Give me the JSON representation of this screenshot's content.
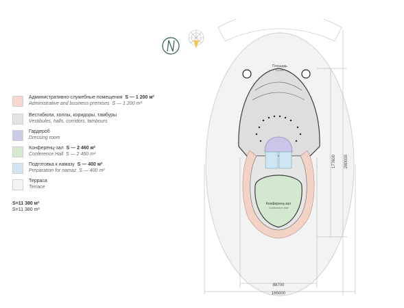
{
  "legend": [
    {
      "ru": "Административно-служебные помещения",
      "ru_area": "S — 1 200 м²",
      "en": "Administrative and business premises",
      "en_area": "S — 1 200 m²",
      "color": "#f6d9cc"
    },
    {
      "ru": "Вестибюли, холлы, коридоры, тамбуры",
      "ru_area": "",
      "en": "Vestibules, halls, corridors, tambours",
      "en_area": "",
      "color": "#e3e3e3"
    },
    {
      "ru": "Гардероб",
      "ru_area": "",
      "en": "Dressing room",
      "en_area": "",
      "color": "#cccbe8"
    },
    {
      "ru": "Конференц-зал",
      "ru_area": "S — 2 460 м²",
      "en": "Conference Hall",
      "en_area": "S — 2 460 m²",
      "color": "#d6ead2"
    },
    {
      "ru": "Подготовка к намазу",
      "ru_area": "S — 400 м²",
      "en": "Preparation for namaz",
      "en_area": "S — 400 m²",
      "color": "#d3e6f3"
    },
    {
      "ru": "Терраса",
      "ru_area": "",
      "en": "Terrace",
      "en_area": "",
      "color": "#f5f5f5"
    }
  ],
  "total": {
    "ru": "S=11 380 м²",
    "en": "S=11 380 m²"
  },
  "plan": {
    "square_ru": "Площадь",
    "square_en": "Square",
    "hall_ru": "Конференц-зал",
    "hall_en": "Conference Hall",
    "dim_width_inner": "88700",
    "dim_width_outer": "165000",
    "dim_height_inner": "177600",
    "dim_height_outer": "280000"
  },
  "icons": [
    "north-arrow-icon",
    "logo-emblem-icon"
  ]
}
